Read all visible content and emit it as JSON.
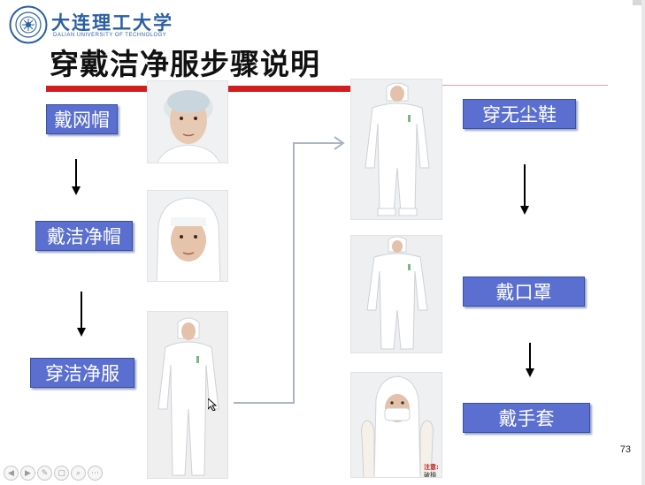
{
  "header": {
    "logo_icon": "university-seal-icon",
    "logo_cn": "大连理工大学",
    "logo_en": "DALIAN UNIVERSITY OF TECHNOLOGY",
    "title": "穿戴洁净服步骤说明"
  },
  "steps": {
    "s1": "戴网帽",
    "s2": "戴洁净帽",
    "s3": "穿洁净服",
    "s4": "穿无尘鞋",
    "s5": "戴口罩",
    "s6": "戴手套"
  },
  "photos": {
    "p1": "person-hairnet-photo",
    "p2": "person-clean-hood-photo",
    "p3": "person-cleanroom-suit-photo",
    "p4": "person-full-suit-boots-photo",
    "p5": "person-full-suit-photo",
    "p6": "person-mask-gloves-photo"
  },
  "note_fragment": "注意:",
  "note_fragment2": "破損",
  "page_number": "73",
  "colors": {
    "step_box": "#5a6fcf",
    "title_bar": "#d21e1e",
    "logo_blue": "#2a5fa3",
    "connector": "#aab4c2"
  },
  "viewer_controls": [
    "prev-icon",
    "next-icon",
    "pen-icon",
    "copy-icon",
    "zoom-icon",
    "more-icon"
  ]
}
